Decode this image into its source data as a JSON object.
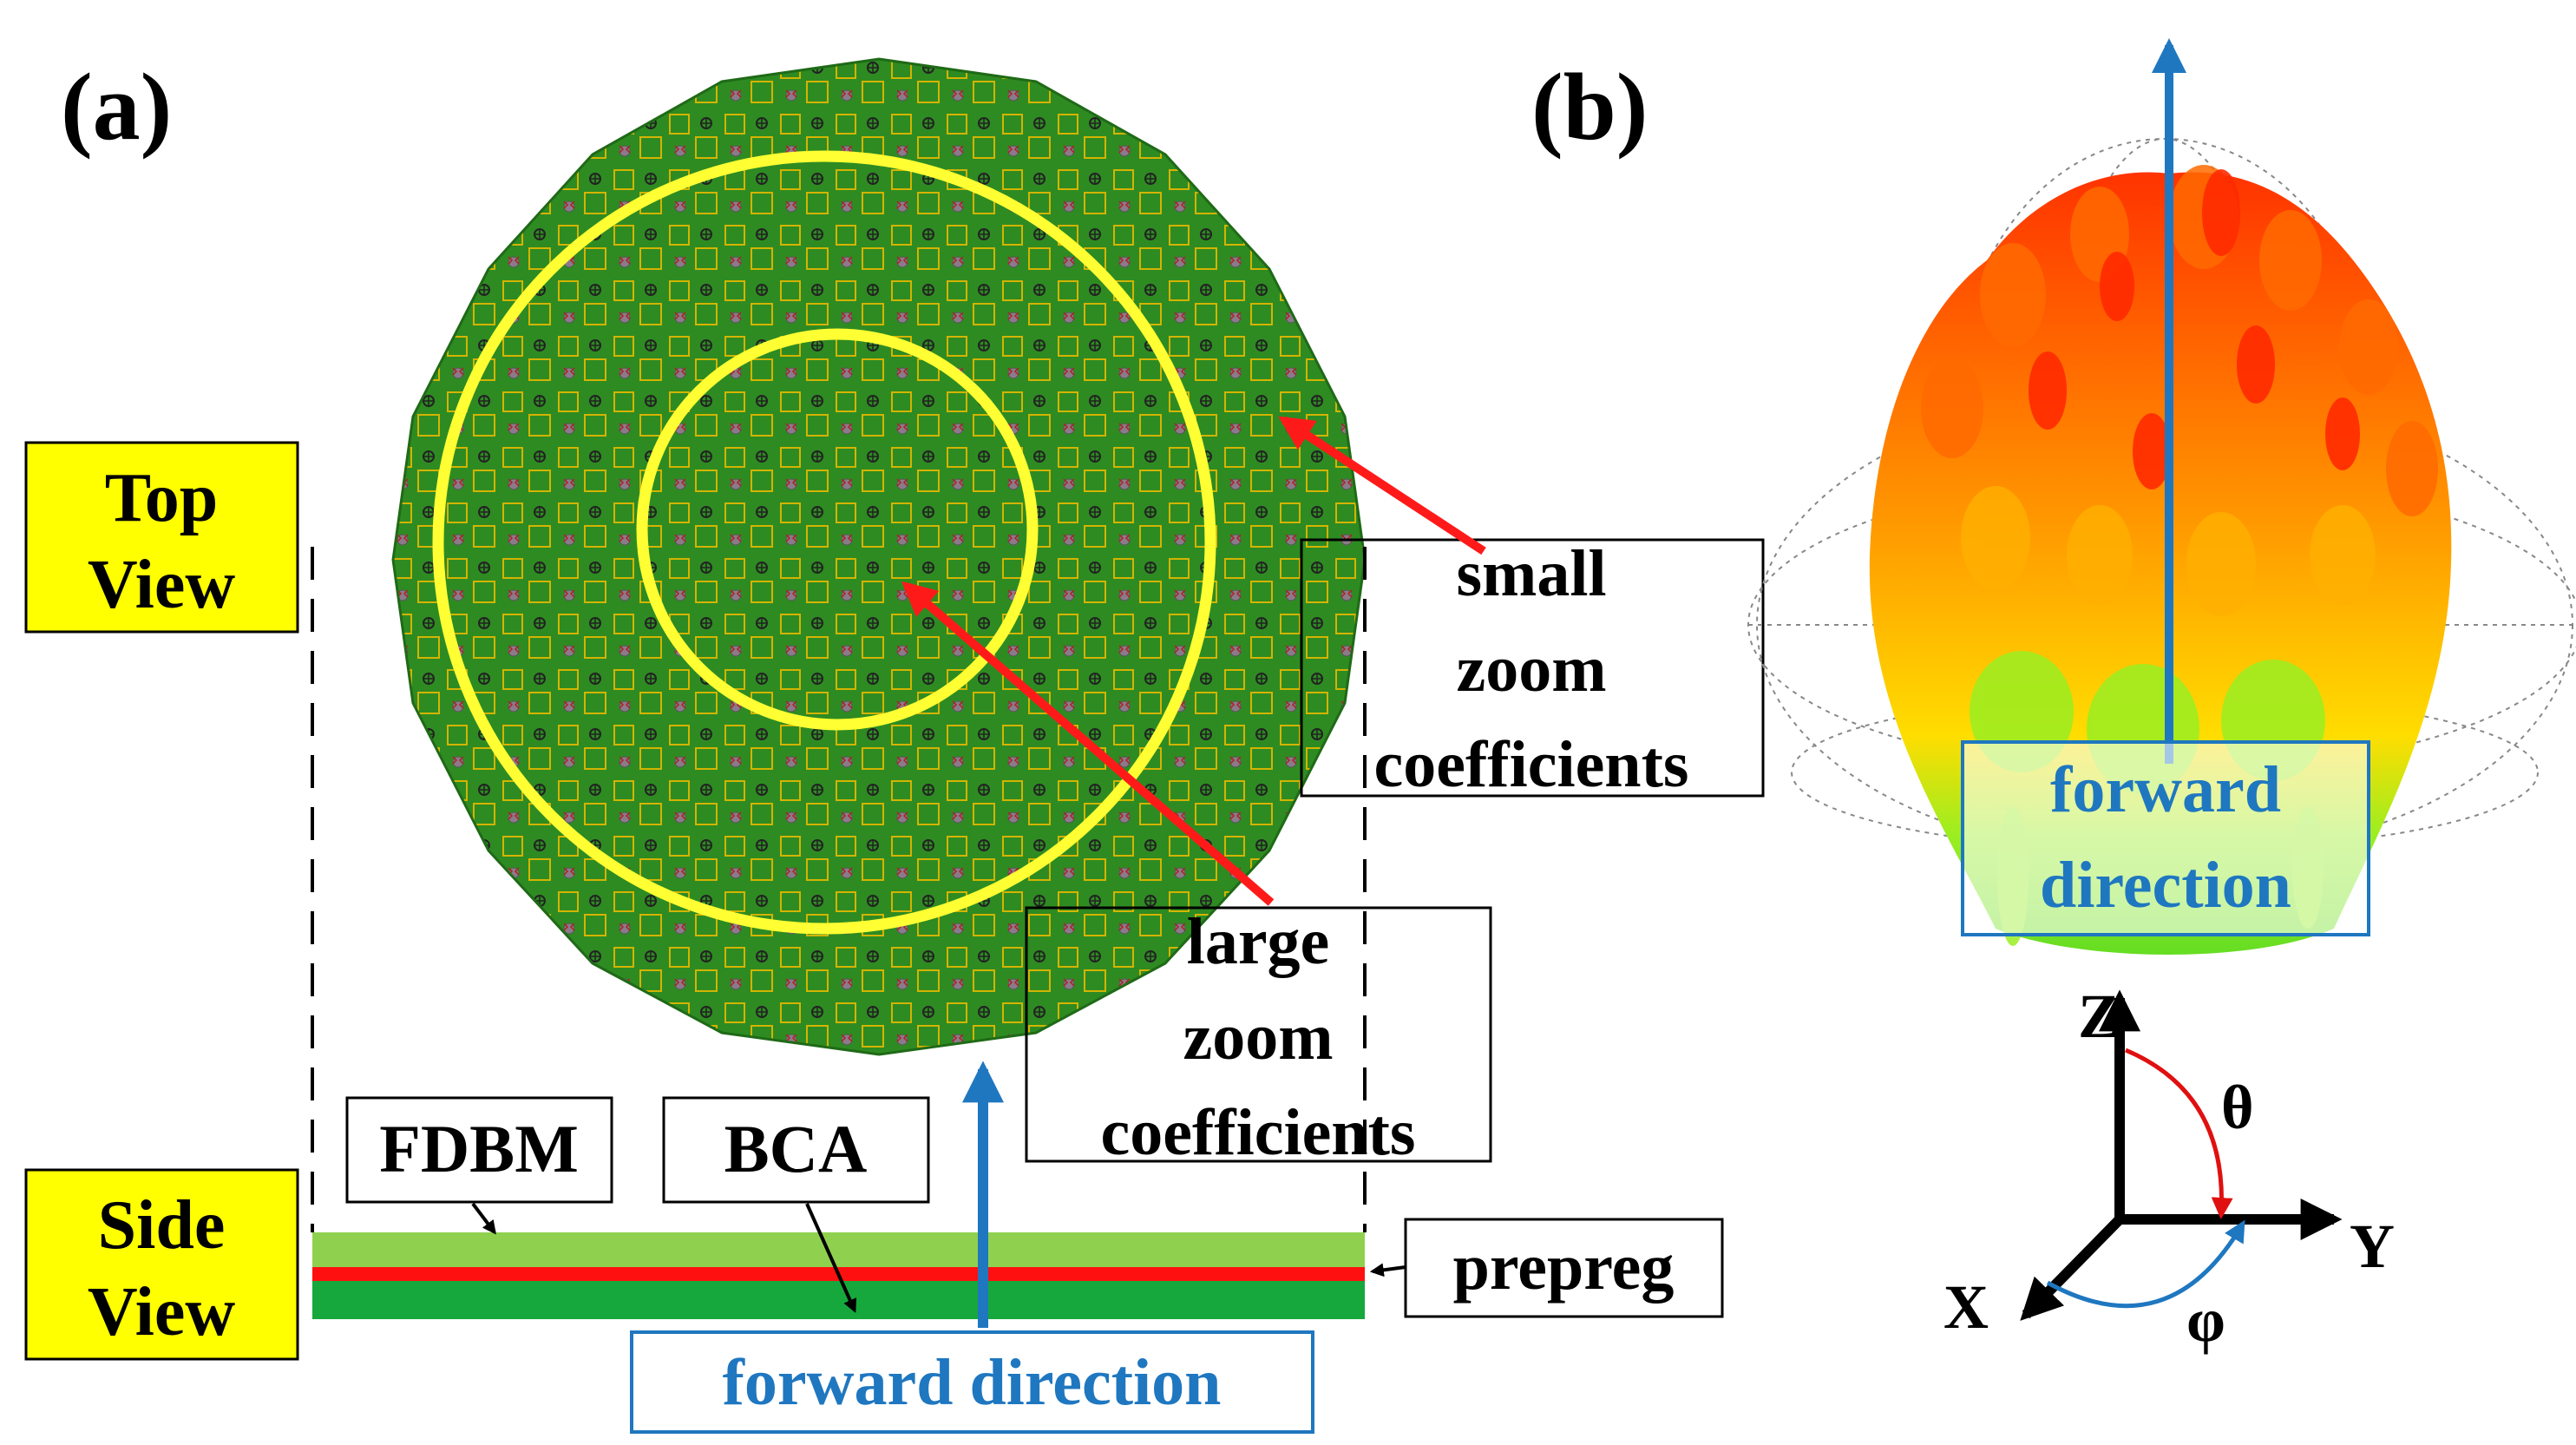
{
  "panel_a": {
    "label": "(a)",
    "top_view_label": [
      "Top",
      "View"
    ],
    "side_view_label": [
      "Side",
      "View"
    ],
    "callout_small": [
      "small",
      "zoom",
      "coefficients"
    ],
    "callout_large": [
      "large",
      "zoom",
      "coefficients"
    ],
    "layer_fdbm": "FDBM",
    "layer_bca": "BCA",
    "layer_prepreg": "prepreg",
    "forward_direction": "forward direction"
  },
  "panel_b": {
    "label": "(b)",
    "forward_direction": [
      "forward",
      "direction"
    ],
    "axes": {
      "z": "Z",
      "y": "Y",
      "x": "X",
      "theta": "θ",
      "phi": "φ"
    }
  },
  "colors": {
    "disc_green": "#2e8b22",
    "ring_yellow": "#ffff33",
    "label_box_yellow": "#ffff00",
    "arrow_red": "#ff1a1a",
    "forward_blue": "#1f77c0",
    "layer_light_green": "#8fd14f",
    "layer_dark_green": "#16a83c",
    "layer_red": "#ff1010",
    "pattern_orange": "#ff8a00",
    "pattern_lime": "#88ee22"
  }
}
